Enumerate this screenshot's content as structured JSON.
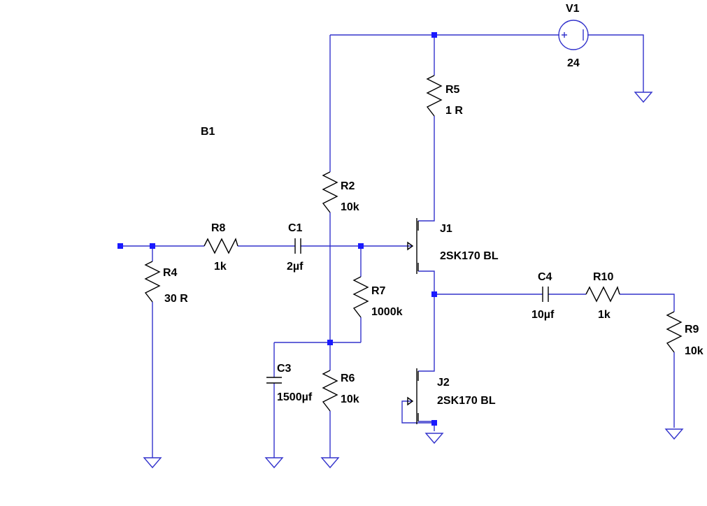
{
  "colors": {
    "wire": "#3333cc",
    "component": "#000000",
    "node": "#1a1aff",
    "background": "#ffffff"
  },
  "labels": {
    "b1": "B1",
    "v1": {
      "ref": "V1",
      "value": "24"
    },
    "r5": {
      "ref": "R5",
      "value": "1 R"
    },
    "r2": {
      "ref": "R2",
      "value": "10k"
    },
    "r8": {
      "ref": "R8",
      "value": "1k"
    },
    "c1": {
      "ref": "C1",
      "value": "2µf"
    },
    "r4": {
      "ref": "R4",
      "value": "30 R"
    },
    "r7": {
      "ref": "R7",
      "value": "1000k"
    },
    "j1": {
      "ref": "J1",
      "value": "2SK170 BL"
    },
    "c4": {
      "ref": "C4",
      "value": "10µf"
    },
    "r10": {
      "ref": "R10",
      "value": "1k"
    },
    "r9": {
      "ref": "R9",
      "value": "10k"
    },
    "c3": {
      "ref": "C3",
      "value": "1500µf"
    },
    "r6": {
      "ref": "R6",
      "value": "10k"
    },
    "j2": {
      "ref": "J2",
      "value": "2SK170 BL"
    }
  }
}
